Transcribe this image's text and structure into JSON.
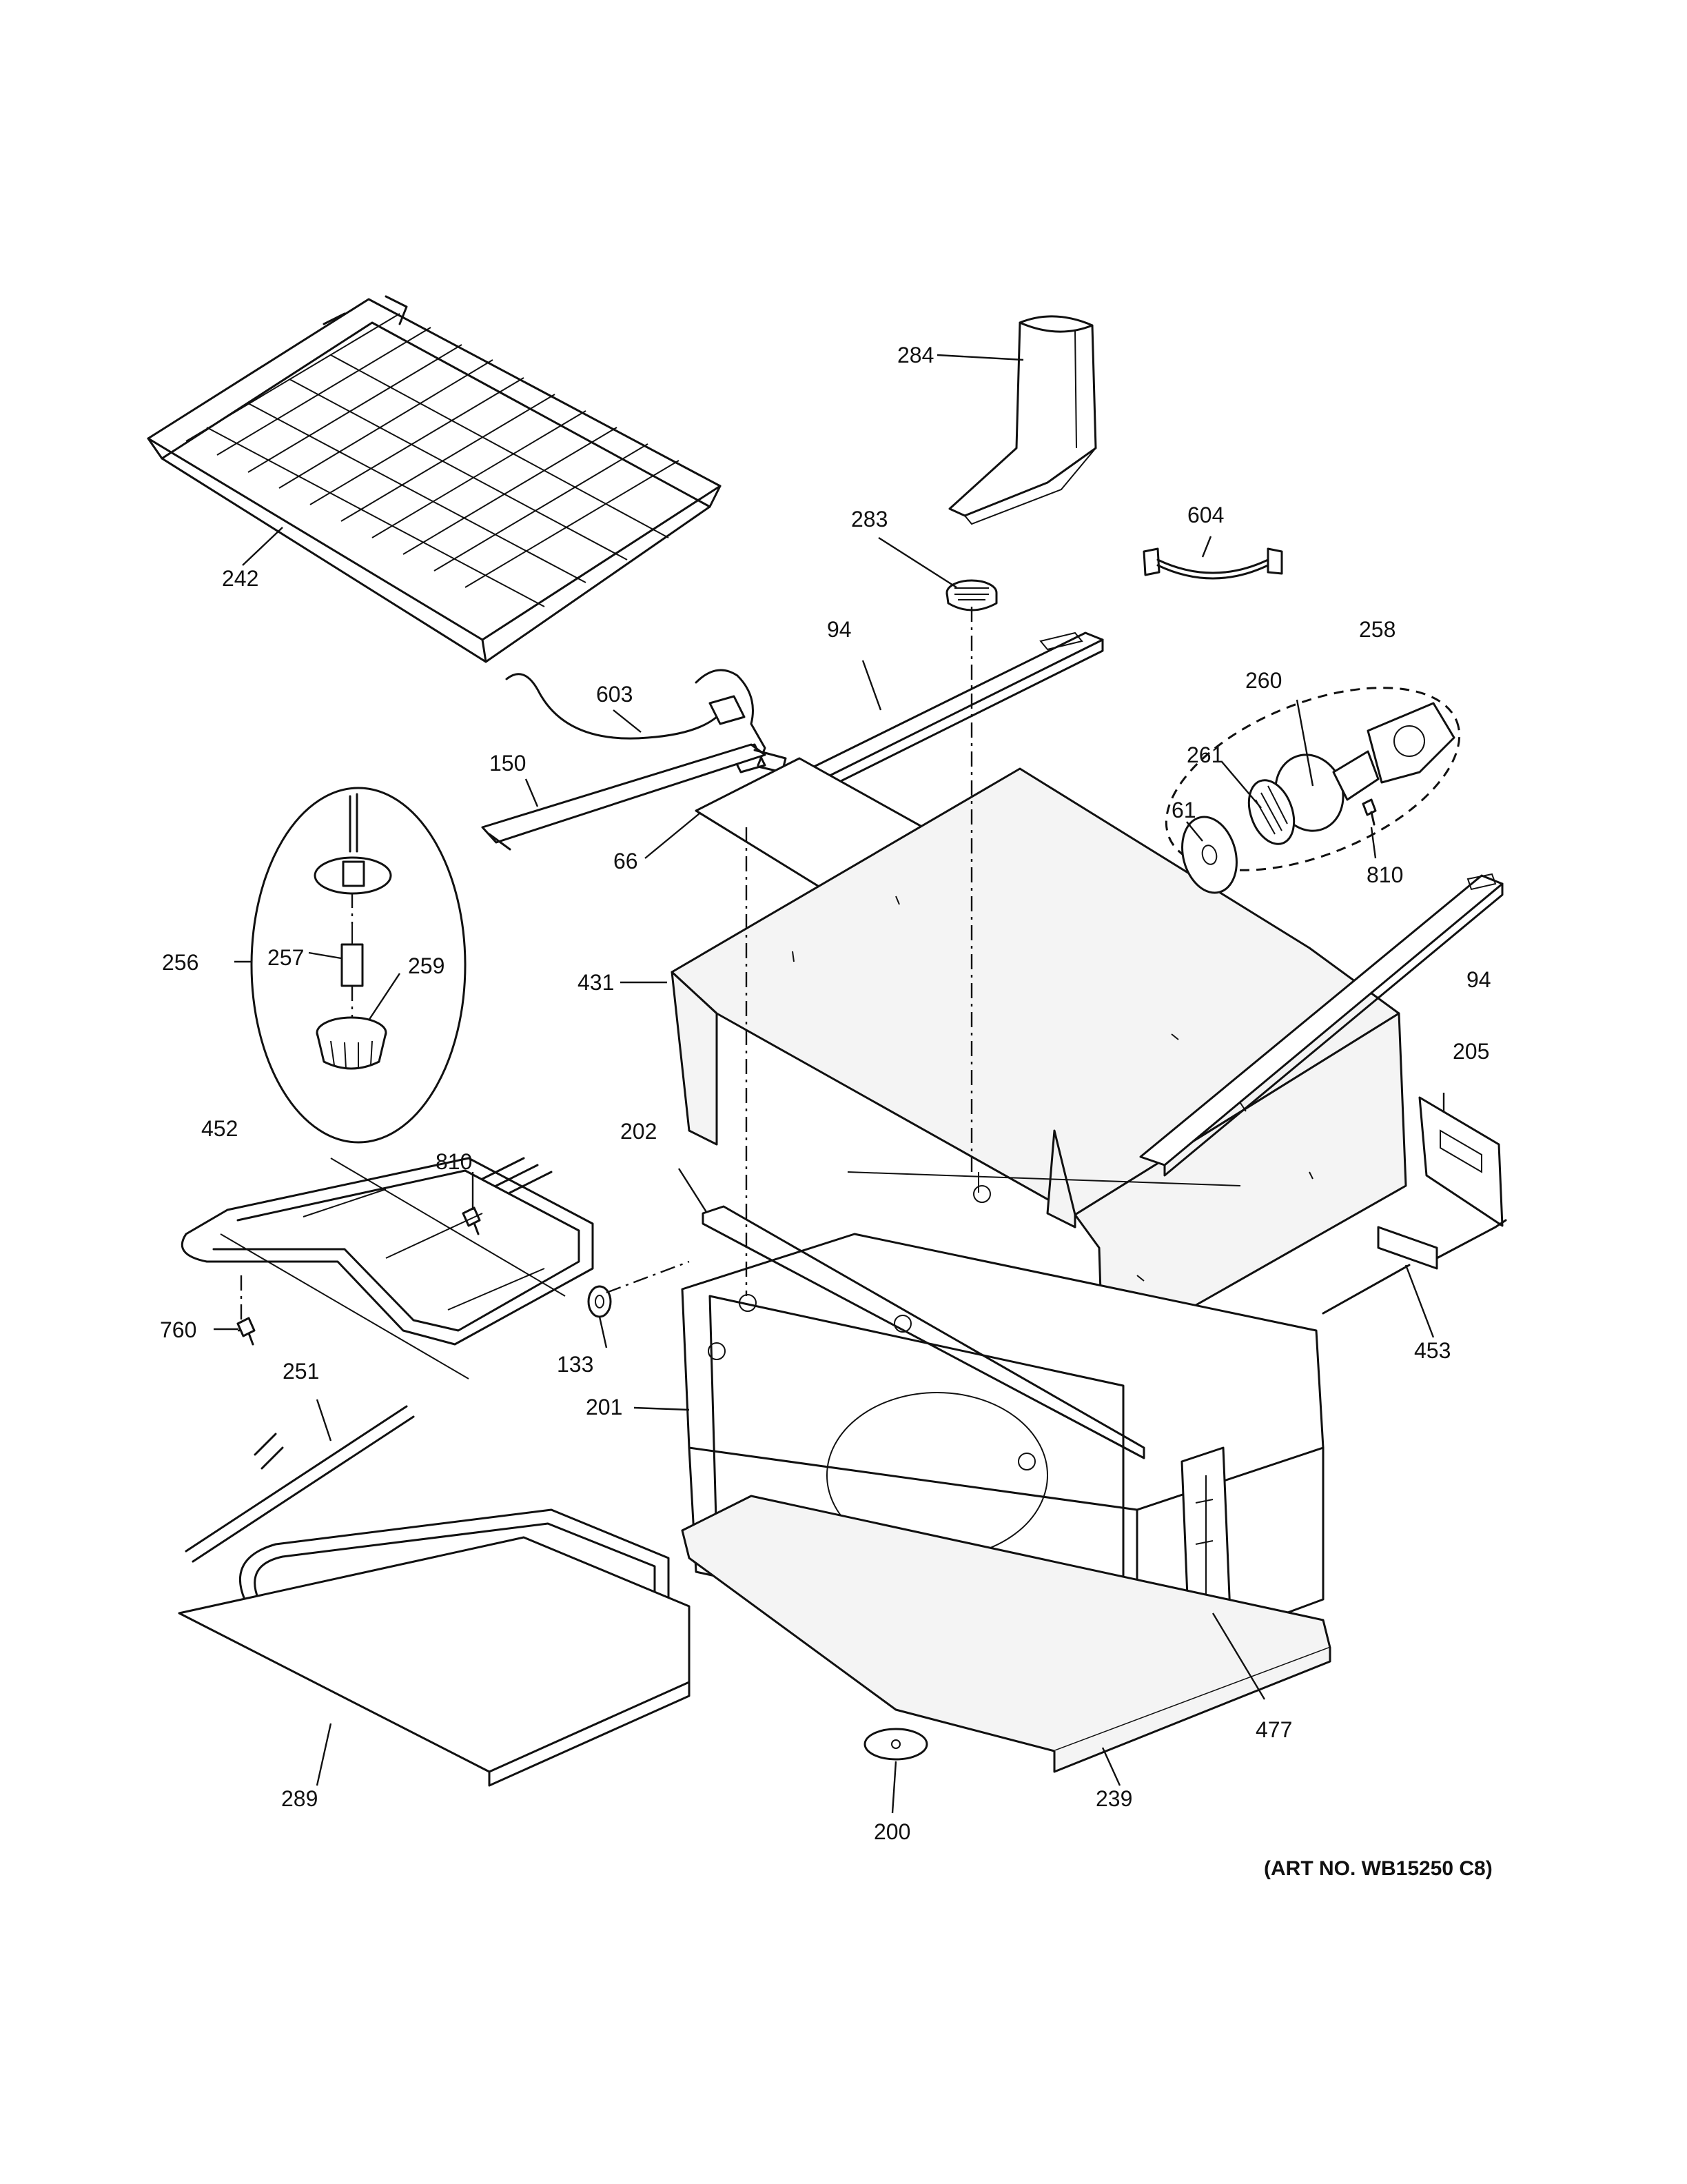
{
  "callouts": {
    "c242": "242",
    "c284": "284",
    "c283": "283",
    "c604": "604",
    "c94a": "94",
    "c94b": "94",
    "c603": "603",
    "c258": "258",
    "c260": "260",
    "c261": "261",
    "c61": "61",
    "c810a": "810",
    "c810b": "810",
    "c150": "150",
    "c66": "66",
    "c256": "256",
    "c257": "257",
    "c259": "259",
    "c431": "431",
    "c205": "205",
    "c452": "452",
    "c202": "202",
    "c760": "760",
    "c133": "133",
    "c453": "453",
    "c251": "251",
    "c201": "201",
    "c477": "477",
    "c289": "289",
    "c239": "239",
    "c200": "200"
  },
  "caption": "(ART NO. WB15250 C8)"
}
